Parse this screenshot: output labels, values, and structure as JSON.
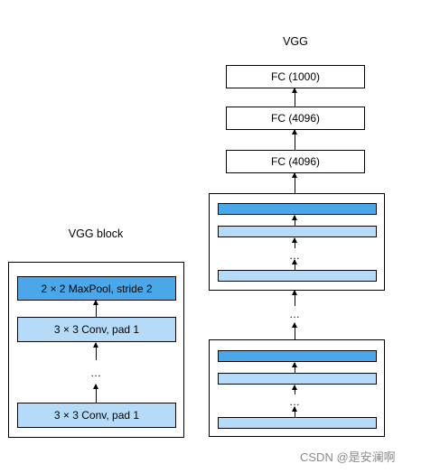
{
  "vgg": {
    "title": "VGG",
    "fc_layers": [
      "FC (1000)",
      "FC (4096)",
      "FC (4096)"
    ],
    "ellipsis": "…"
  },
  "vgg_block": {
    "title": "VGG block",
    "pool_label": "2 × 2 MaxPool, stride 2",
    "conv_label": "3 × 3 Conv, pad 1",
    "ellipsis": "…"
  },
  "watermark": "CSDN @是安澜啊",
  "colors": {
    "pool": "#4aa8ea",
    "conv": "#b5dbf8",
    "border": "#000000"
  }
}
